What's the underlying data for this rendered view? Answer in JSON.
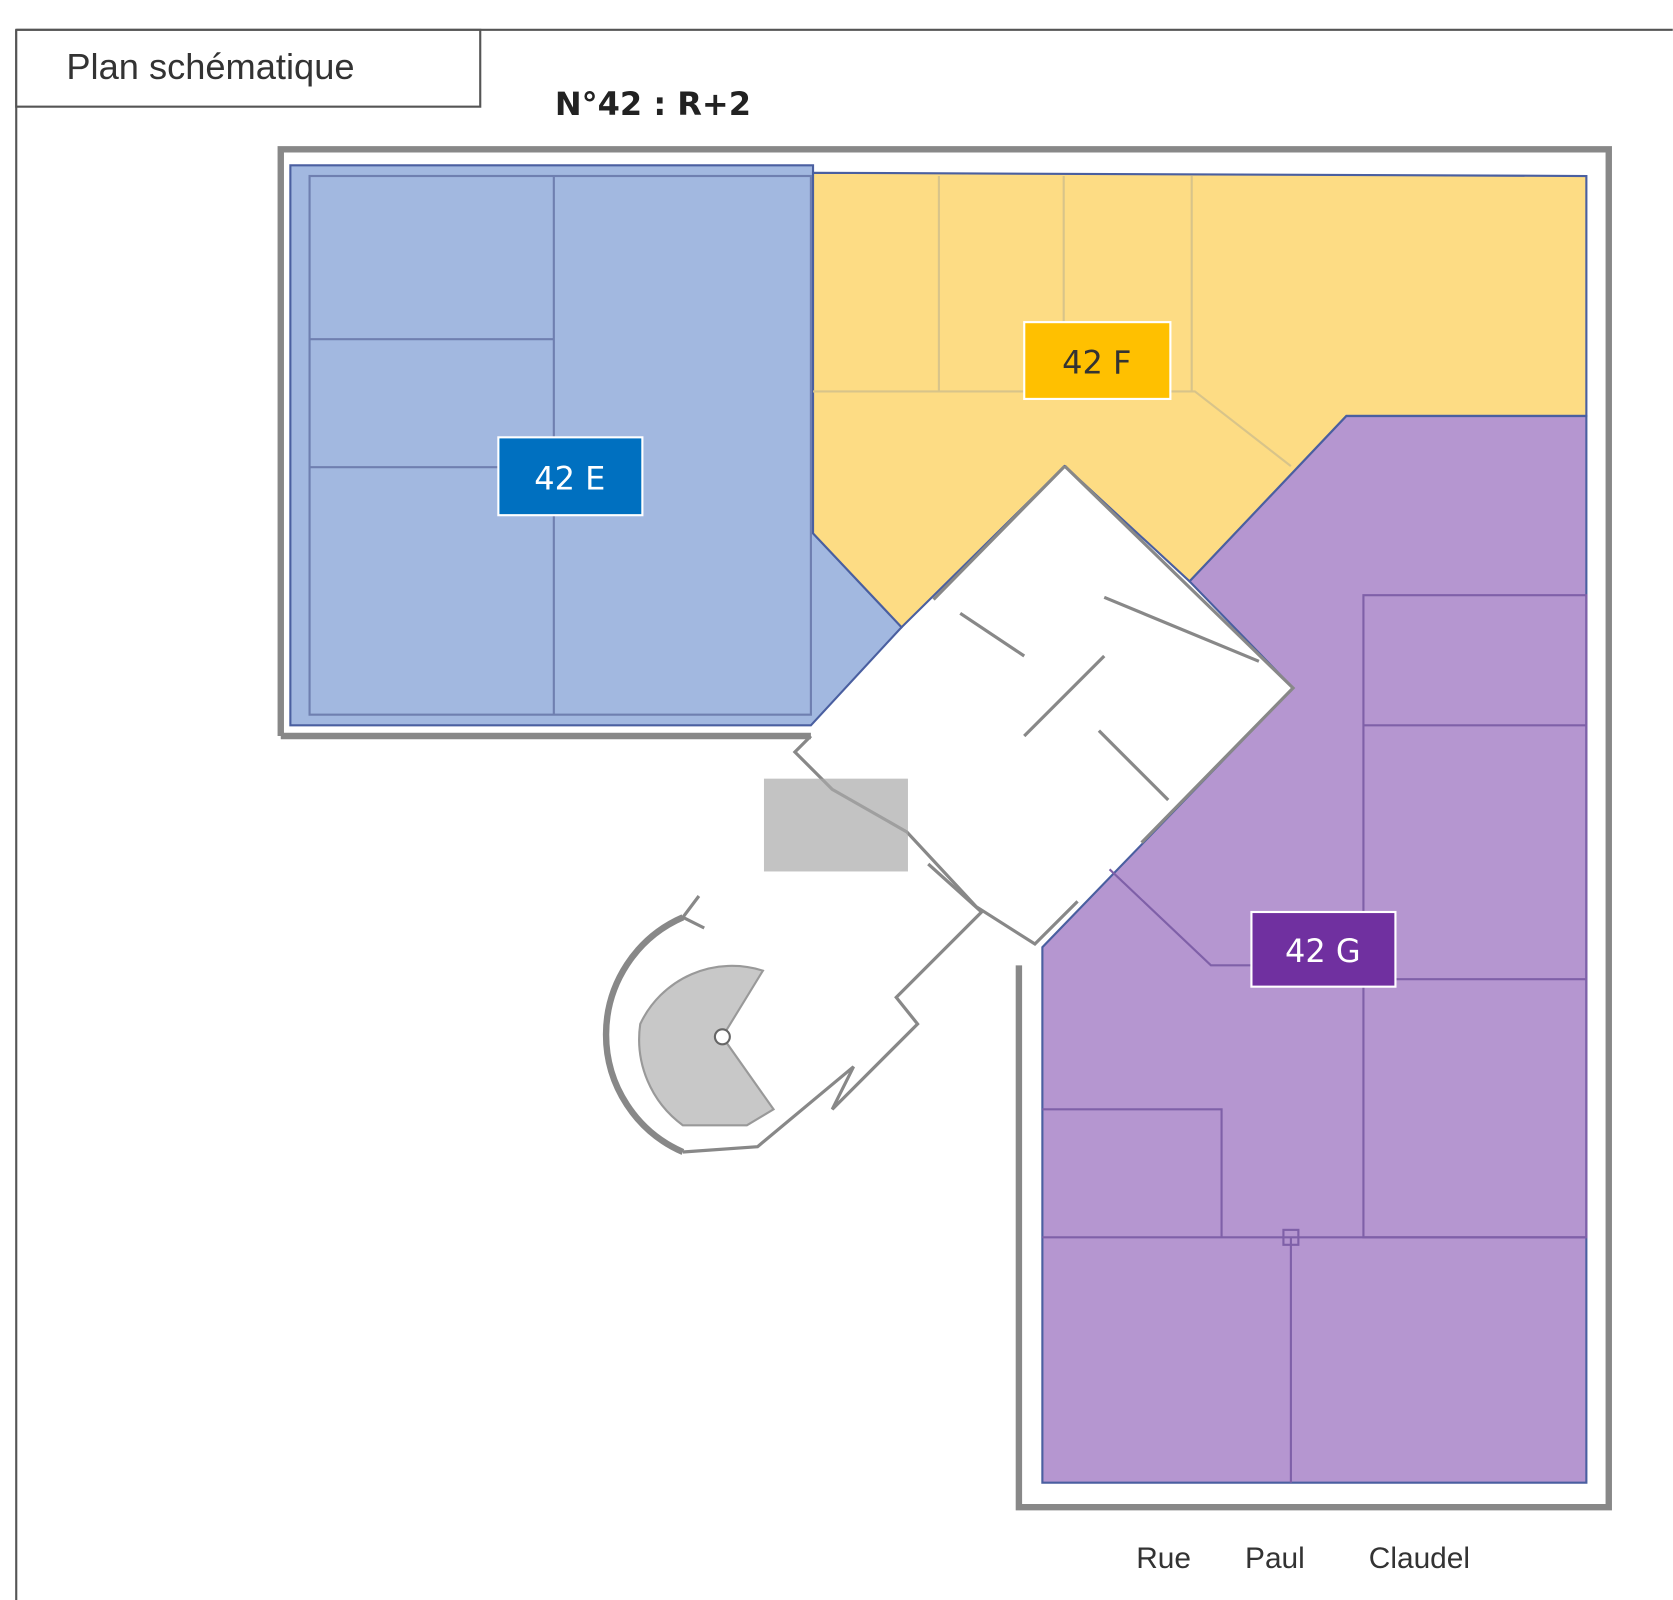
{
  "title": "Plan schématique",
  "subtitle": "N°42 : R+2",
  "lots": [
    {
      "label": "42 E",
      "color": "#0070C0",
      "zone_color": "#A2B8E0"
    },
    {
      "label": "42 F",
      "color": "#FFC000",
      "zone_color": "#FDDC84"
    },
    {
      "label": "42 G",
      "color": "#7030A0",
      "zone_color": "#B596D0"
    }
  ],
  "street": [
    "Rue",
    "Paul",
    "Claudel"
  ]
}
